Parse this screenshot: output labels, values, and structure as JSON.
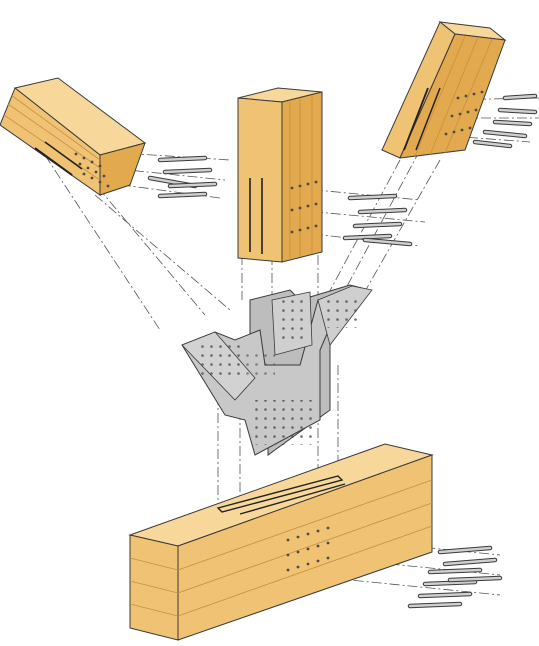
{
  "figure": {
    "description_visible_text": "",
    "colors": {
      "wood_light": "#f8d79a",
      "wood_mid": "#f0c274",
      "wood_dark": "#e2a94e",
      "grain": "#c98f3c",
      "steel": "#c8c8c8",
      "steel_dark": "#9b9b9b",
      "outline": "#3a3a3a",
      "hole": "#4a4a4a",
      "dowel": "#bdbdbd",
      "centerline": "#555555"
    },
    "parts": {
      "beam": "horizontal-glulam-beam",
      "post": "vertical-post",
      "left_brace": "left-diagonal-brace",
      "right_brace": "right-diagonal-brace",
      "connector": "steel-knife-plate-connector",
      "fasteners": "self-drilling-dowel-icon"
    }
  }
}
